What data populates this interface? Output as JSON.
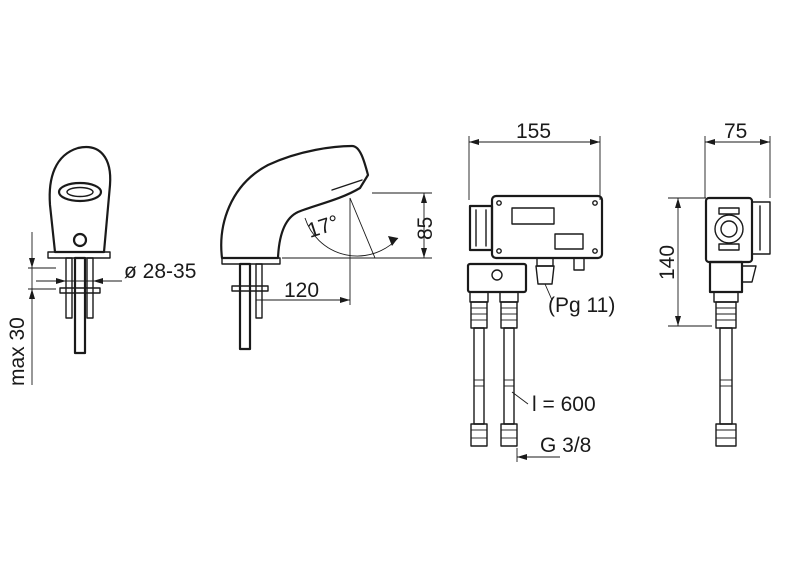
{
  "dimensions": {
    "max_30": "max 30",
    "dia_28_35": "ø 28-35",
    "w_120": "120",
    "angle_17": "17°",
    "h_85": "85",
    "w_155": "155",
    "w_75": "75",
    "h_140": "140",
    "pg_11": "(Pg 11)",
    "l_600": "l = 600",
    "g_3_8": "G 3/8"
  }
}
